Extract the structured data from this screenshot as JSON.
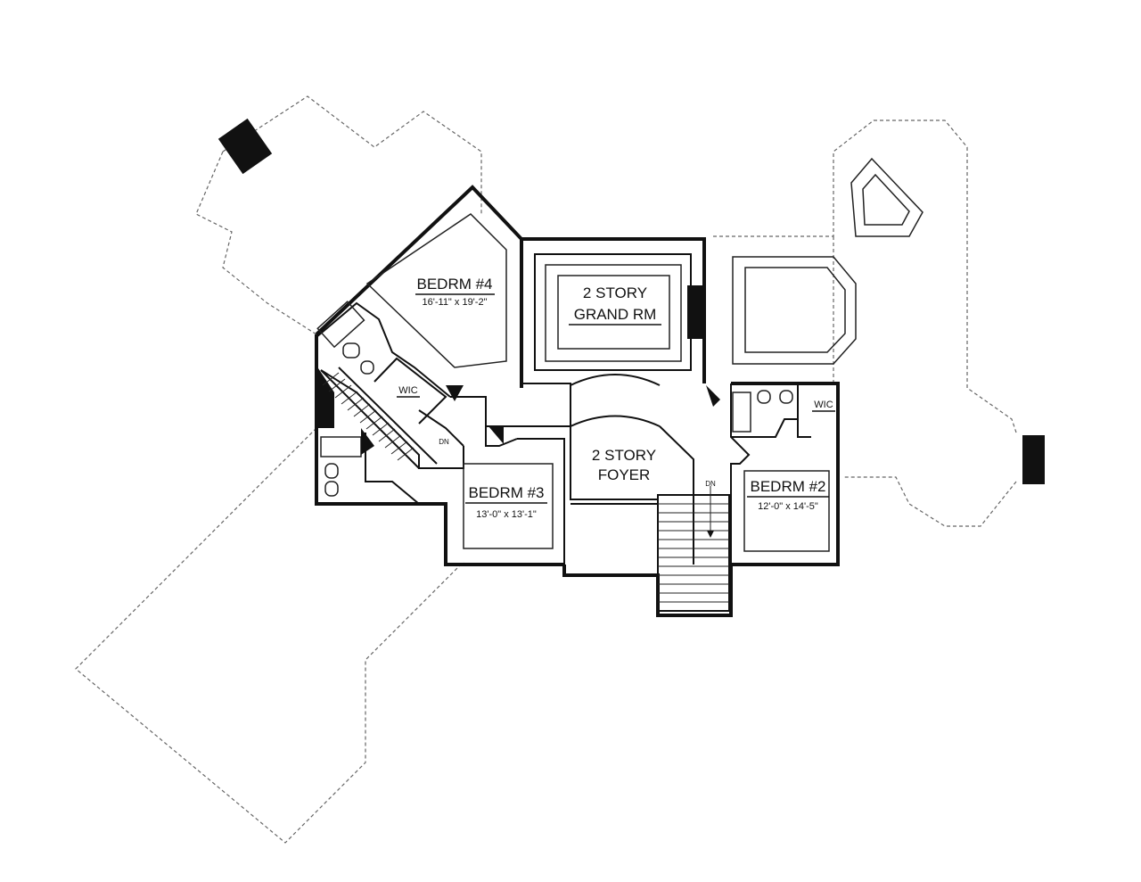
{
  "rooms": {
    "bedrm4": {
      "name": "BEDRM #4",
      "dims": "16'-11\" x 19'-2\""
    },
    "grand_rm": {
      "line1": "2 STORY",
      "line2": "GRAND RM"
    },
    "foyer": {
      "line1": "2 STORY",
      "line2": "FOYER"
    },
    "bedrm3": {
      "name": "BEDRM #3",
      "dims": "13'-0\" x 13'-1\""
    },
    "bedrm2": {
      "name": "BEDRM #2",
      "dims": "12'-0\" x 14'-5\""
    },
    "wic_left": "WIC",
    "wic_right": "WIC"
  },
  "stairs": {
    "left_dn": "DN",
    "right_dn": "DN"
  }
}
